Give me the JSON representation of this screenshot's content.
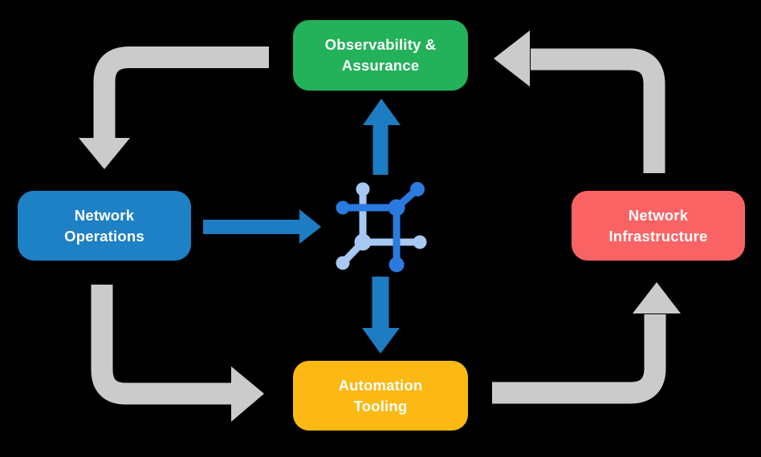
{
  "background_color": "#000000",
  "diagram": {
    "type": "cycle-flow",
    "nodes": {
      "observability": {
        "label": "Observability &\nAssurance",
        "color": "#23b159",
        "text_color": "#ffffff"
      },
      "operations": {
        "label": "Network\nOperations",
        "color": "#1e80c5",
        "text_color": "#ffffff"
      },
      "infrastructure": {
        "label": "Network\nInfrastructure",
        "color": "#fa6364",
        "text_color": "#ffffff"
      },
      "automation": {
        "label": "Automation\nTooling",
        "color": "#fcb813",
        "text_color": "#ffffff"
      }
    },
    "center": {
      "icon": "network-mesh-icon",
      "icon_color_primary": "#2a7ae0",
      "icon_color_secondary": "#a6c8f2"
    },
    "gray_cycle_arrows": [
      {
        "from": "Observability & Assurance",
        "to": "Network Operations",
        "shape": "left-then-down"
      },
      {
        "from": "Network Operations",
        "to": "Automation Tooling",
        "shape": "down-then-right"
      },
      {
        "from": "Automation Tooling",
        "to": "Network Infrastructure",
        "shape": "right-then-up"
      },
      {
        "from": "Network Infrastructure",
        "to": "Observability & Assurance",
        "shape": "up-then-left"
      }
    ],
    "blue_arrows": [
      {
        "from": "Network Operations",
        "to": "center icon",
        "direction": "right"
      },
      {
        "from": "center icon",
        "to": "Observability & Assurance",
        "direction": "up"
      },
      {
        "from": "center icon",
        "to": "Automation Tooling",
        "direction": "down"
      }
    ],
    "arrow_colors": {
      "gray": "#cbcbcb",
      "blue": "#1d7cc2"
    }
  }
}
